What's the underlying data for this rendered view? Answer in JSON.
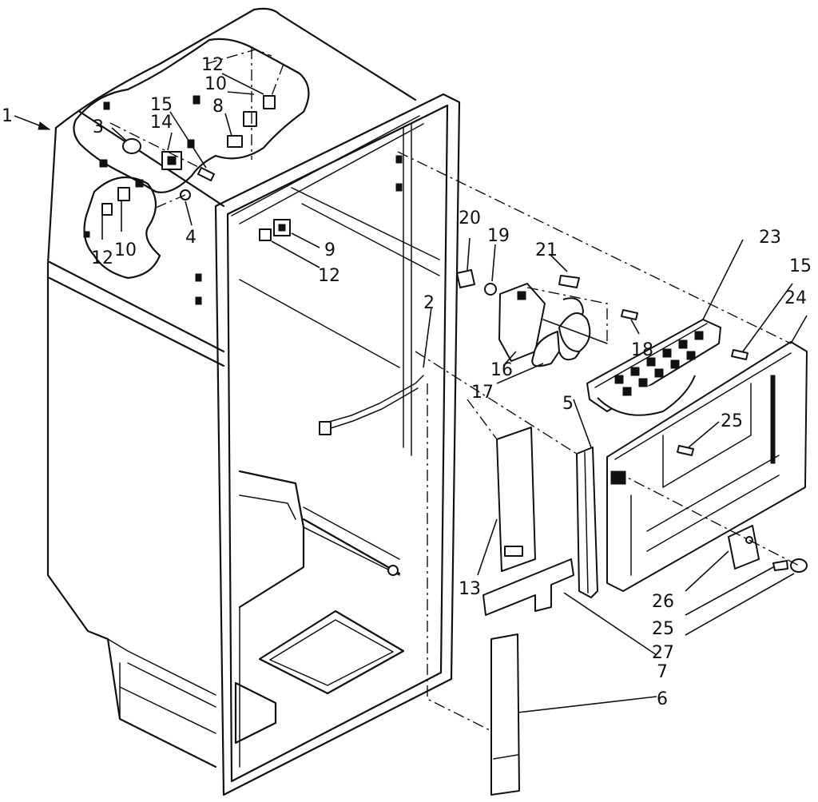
{
  "callouts": [
    {
      "id": "c1",
      "text": "1"
    },
    {
      "id": "c2",
      "text": "2"
    },
    {
      "id": "c3",
      "text": "3"
    },
    {
      "id": "c4",
      "text": "4"
    },
    {
      "id": "c5",
      "text": "5"
    },
    {
      "id": "c6",
      "text": "6"
    },
    {
      "id": "c7",
      "text": "7"
    },
    {
      "id": "c8",
      "text": "8"
    },
    {
      "id": "c9",
      "text": "9"
    },
    {
      "id": "c10a",
      "text": "10"
    },
    {
      "id": "c10b",
      "text": "10"
    },
    {
      "id": "c12a",
      "text": "12"
    },
    {
      "id": "c12b",
      "text": "12"
    },
    {
      "id": "c12c",
      "text": "12"
    },
    {
      "id": "c13",
      "text": "13"
    },
    {
      "id": "c14",
      "text": "14"
    },
    {
      "id": "c15a",
      "text": "15"
    },
    {
      "id": "c15b",
      "text": "15"
    },
    {
      "id": "c16",
      "text": "16"
    },
    {
      "id": "c17",
      "text": "17"
    },
    {
      "id": "c18",
      "text": "18"
    },
    {
      "id": "c19",
      "text": "19"
    },
    {
      "id": "c20",
      "text": "20"
    },
    {
      "id": "c21",
      "text": "21"
    },
    {
      "id": "c23",
      "text": "23"
    },
    {
      "id": "c24",
      "text": "24"
    },
    {
      "id": "c25a",
      "text": "25"
    },
    {
      "id": "c25b",
      "text": "25"
    },
    {
      "id": "c26",
      "text": "26"
    },
    {
      "id": "c27",
      "text": "27"
    }
  ]
}
